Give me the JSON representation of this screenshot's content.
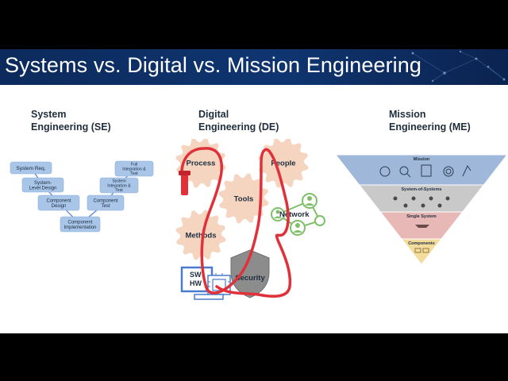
{
  "title": "Systems vs. Digital vs. Mission Engineering",
  "se": {
    "heading": [
      "System",
      "Engineering (SE)"
    ],
    "boxes": [
      {
        "lines": [
          "System Req."
        ]
      },
      {
        "lines": [
          "System-",
          "Level Design"
        ]
      },
      {
        "lines": [
          "Component",
          "Design"
        ]
      },
      {
        "lines": [
          "Component",
          "Implementation"
        ]
      },
      {
        "lines": [
          "Component",
          "Test"
        ]
      },
      {
        "lines": [
          "System",
          "Integration &",
          "Test"
        ]
      },
      {
        "lines": [
          "Full",
          "Integration &",
          "Test"
        ]
      }
    ]
  },
  "de": {
    "heading": [
      "Digital",
      "Engineering (DE)"
    ],
    "gears": [
      "Process",
      "People",
      "Tools",
      "Methods",
      "Network"
    ],
    "shield": "Security",
    "computer": [
      "SW",
      "HW"
    ],
    "colors": {
      "gear": "#f5d5c0",
      "shield": "#8c8c8c",
      "annotation": "#e0313a",
      "network": "#7fbf6a",
      "computer": "#4a7bd0"
    }
  },
  "me": {
    "heading": [
      "Mission",
      "Engineering (ME)"
    ],
    "levels": [
      "Mission",
      "System-of-Systems",
      "Single System",
      "Components"
    ],
    "colors": [
      "#9fb7d8",
      "#c9c9c9",
      "#e8b8b6",
      "#f3dc9c"
    ]
  },
  "colors": {
    "banner": "#0f3570",
    "se_box": "#a9c5e8",
    "se_arrow": "#4d7fd0"
  }
}
